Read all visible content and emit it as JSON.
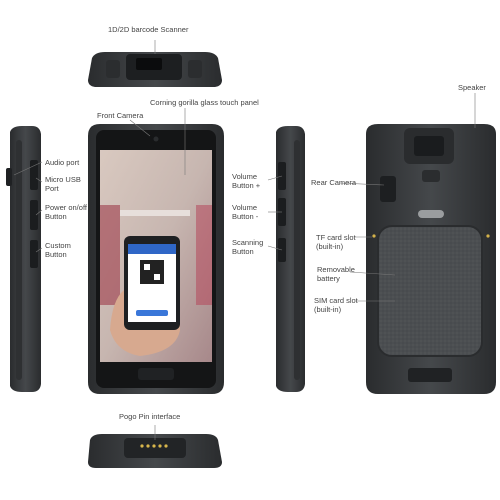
{
  "labels": {
    "scanner": "1D/2D barcode Scanner",
    "glass": "Corning gorilla glass touch panel",
    "front_camera": "Front Camera",
    "speaker": "Speaker",
    "audio": "Audio port",
    "usb": "Micro USB\nPort",
    "power": "Power on/off\nButton",
    "custom": "Custom\nButton",
    "vol_up": "Volume\nButton +",
    "vol_down": "Volume\nButton -",
    "scanning": "Scanning\nButton",
    "rear_camera": "Rear Camera",
    "tf_slot": "TF card slot\n(built-in)",
    "battery": "Removable\nbattery",
    "sim_slot": "SIM card slot\n(built-in)",
    "pogo": "Pogo Pin interface"
  },
  "colors": {
    "body": "#3a3d40",
    "body_dark": "#232527",
    "screen_frame": "#111213",
    "back_panel": "#4a4d50",
    "leader": "#777777"
  }
}
